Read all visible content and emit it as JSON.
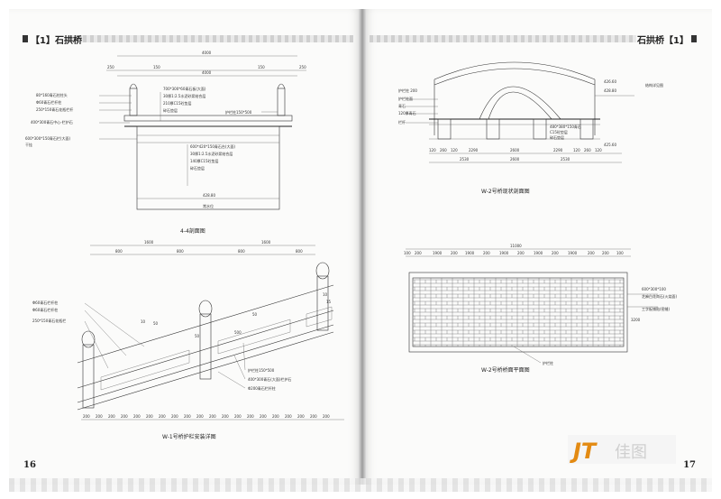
{
  "header": {
    "left_title": "【1】石拱桥",
    "right_title": "石拱桥【1】"
  },
  "page_numbers": {
    "left": "16",
    "right": "17"
  },
  "figure_4_4": {
    "caption": "4-4剖面图",
    "dims_top": [
      "4000",
      "250",
      "150",
      "4000",
      "150",
      "250"
    ],
    "labels_left": [
      "80*160青石柱柱头",
      "Φ60青石栏杆柱",
      "250*150青石花瓶栏杆",
      "400*300青石中心-栏护石",
      "600*300*150青石栏(大面)",
      "干挂"
    ],
    "labels_center": [
      "700*300*60青石板(大面)",
      "30厚1:2.5水泥砂浆结合层",
      "210厚C15砼垫层",
      "碎石垫层"
    ],
    "labels_center2": [
      "600*420*150青石台(大面)",
      "30厚1:2.5水泥砂浆结合层",
      "140厚C15砼垫层",
      "碎石垫层"
    ],
    "labels_right": [
      "护栏柱150*500"
    ],
    "level": "428.80",
    "ground": "常水位"
  },
  "figure_w1": {
    "caption": "W-1号桥护栏安装详图",
    "dims_top": [
      "800",
      "800",
      "1600",
      "800",
      "800",
      "1600"
    ],
    "labels_left": [
      "Φ60青石栏杆柱",
      "Φ60青石栏杆柱",
      "250*150青石花瓶栏"
    ],
    "labels_right": [
      "护栏柱150*500",
      "400*300青石(大面)栏护石",
      "Φ200青石栏杆柱"
    ],
    "dims_mid": [
      "10",
      "50",
      "50",
      "50",
      "500",
      "10",
      "15"
    ],
    "dims_bottom": [
      "200",
      "200",
      "200",
      "200",
      "200",
      "200",
      "200",
      "200",
      "200",
      "200",
      "200",
      "200",
      "200",
      "200",
      "200",
      "200",
      "200",
      "200",
      "200",
      "200"
    ]
  },
  "figure_w2_elev": {
    "caption": "W-2号桥现状剖面图",
    "dims_bottom1": [
      "120",
      "260",
      "120",
      "2290",
      "2600",
      "2290",
      "120",
      "260",
      "120"
    ],
    "dims_bottom2": [
      "2530",
      "2600",
      "2530"
    ],
    "labels": [
      "护栏柱 200",
      "护栏柱面",
      "青石",
      "120厚青石",
      "栏杆",
      "480*380*150青石",
      "C15砼垫层",
      "碎石垫层"
    ],
    "levels": [
      "426.60",
      "428.80",
      "425.60"
    ],
    "right_note": "结构详见图"
  },
  "figure_w2_plan": {
    "caption": "W-2号桥桥面平面图",
    "dims_top_total": "11000",
    "dims_top": [
      "100",
      "200",
      "1900",
      "200",
      "1900",
      "200",
      "1900",
      "200",
      "1900",
      "200",
      "1900",
      "200",
      "200",
      "100"
    ],
    "labels_right": [
      "600*300*100",
      "芝麻白花岗石(火烧面)",
      "工字板铺贴(密缝)"
    ],
    "label_bottom": "护栏柱",
    "dim_side": "3200"
  },
  "logo": {
    "text": "JT",
    "brand": "佳图",
    "accent": "#e38a12"
  }
}
